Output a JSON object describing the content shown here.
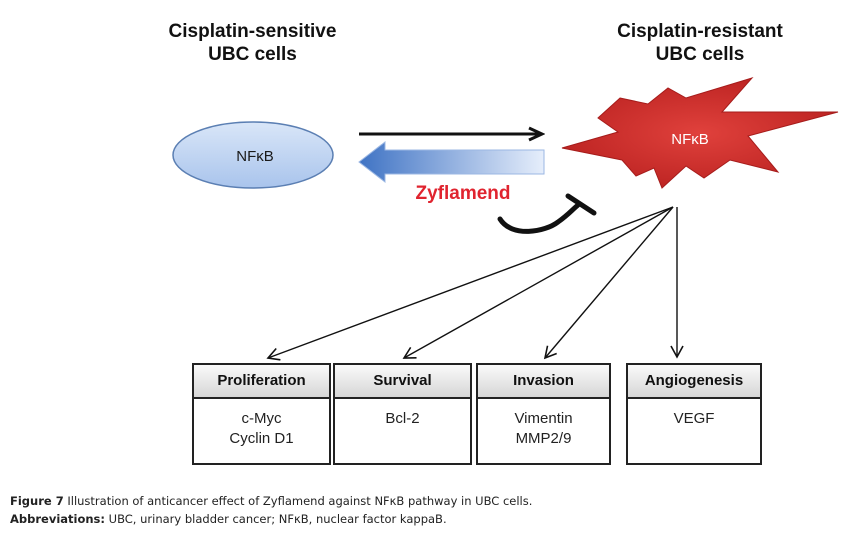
{
  "titles": {
    "left_line1": "Cisplatin-sensitive",
    "left_line2": "UBC cells",
    "right_line1": "Cisplatin-resistant",
    "right_line2": "UBC cells"
  },
  "nodes": {
    "sensitive_nfkb": "NFκB",
    "resistant_nfkb": "NFκB",
    "drug": "Zyflamend"
  },
  "colors": {
    "drug_text": "#e0242f",
    "star_fill": "#d9322f",
    "ellipse_fill": "#bcd3f2",
    "ellipse_stroke": "#5b7fb3",
    "reverse_arrow": "#4a7cc8"
  },
  "outcomes": [
    {
      "header": "Proliferation",
      "line1": "c-Myc",
      "line2": "Cyclin D1"
    },
    {
      "header": "Survival",
      "line1": "Bcl-2",
      "line2": ""
    },
    {
      "header": "Invasion",
      "line1": "Vimentin",
      "line2": "MMP2/9"
    },
    {
      "header": "Angiogenesis",
      "line1": "VEGF",
      "line2": ""
    }
  ],
  "caption": {
    "figure_label": "Figure 7",
    "figure_text": " Illustration of anticancer effect of Zyflamend against NFκB pathway in UBC cells.",
    "abbrev_label": "Abbreviations:",
    "abbrev_text": " UBC, urinary bladder cancer; NFκB, nuclear factor kappaB."
  }
}
